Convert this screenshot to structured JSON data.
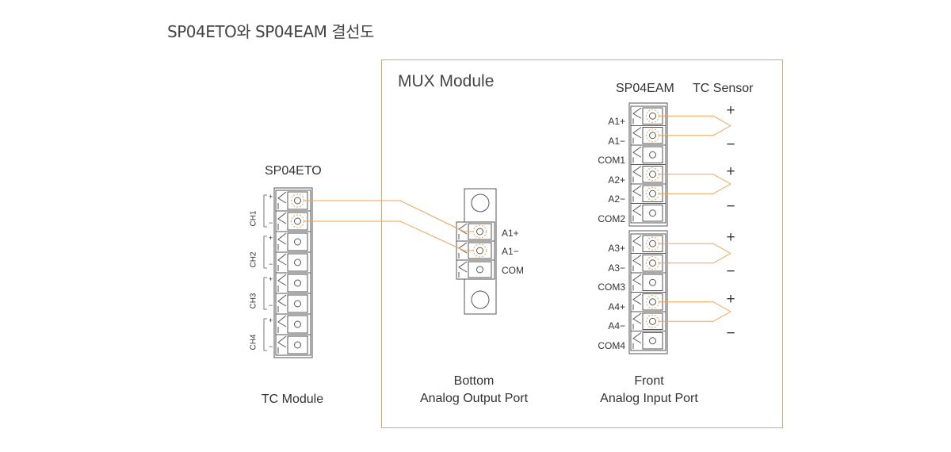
{
  "title": "SP04ETO와 SP04EAM 결선도",
  "mux_module": {
    "label": "MUX Module"
  },
  "tc_module": {
    "name": "SP04ETO",
    "caption": "TC Module",
    "channels": [
      "CH1",
      "CH2",
      "CH3",
      "CH4"
    ],
    "plus": "+",
    "minus": "−"
  },
  "bottom_port": {
    "caption_line1": "Bottom",
    "caption_line2": "Analog Output Port",
    "terminals": [
      "A1+",
      "A1−",
      "COM"
    ]
  },
  "front_port": {
    "name": "SP04EAM",
    "caption_line1": "Front",
    "caption_line2": "Analog Input Port",
    "terminals": [
      "A1+",
      "A1−",
      "COM1",
      "A2+",
      "A2−",
      "COM2",
      "A3+",
      "A3−",
      "COM3",
      "A4+",
      "A4−",
      "COM4"
    ]
  },
  "tc_sensor": {
    "label": "TC Sensor",
    "plus": "+",
    "minus": "−"
  },
  "colors": {
    "wire": "#f0a050",
    "frame": "#f0a050",
    "outline": "#555555"
  }
}
